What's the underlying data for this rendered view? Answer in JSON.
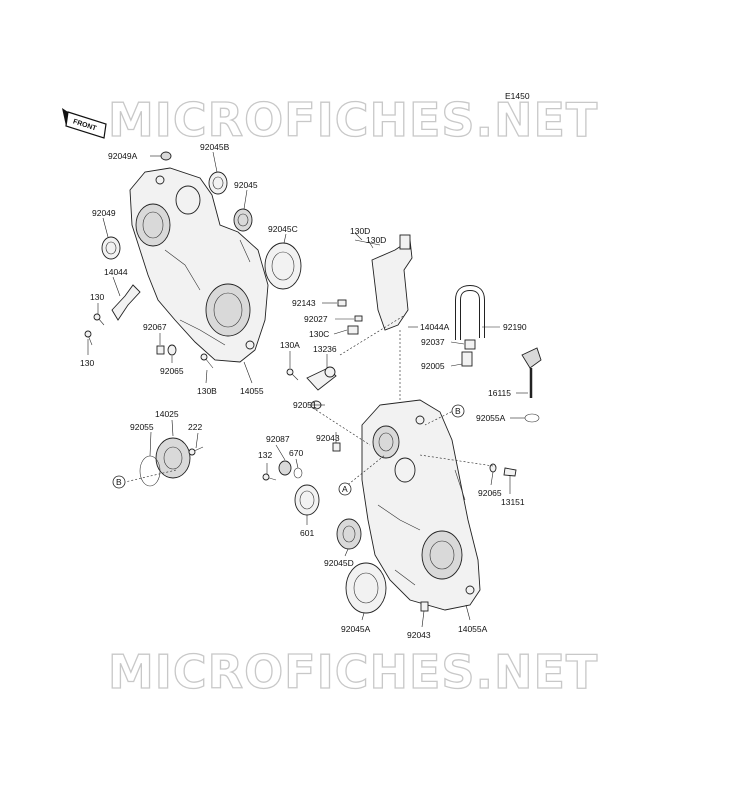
{
  "diagram": {
    "code": "E1450",
    "front_label": "FRONT",
    "watermark_top": "MICROFICHES.NET",
    "watermark_bottom": "MICROFICHES.NET",
    "callouts": [
      "A",
      "B"
    ],
    "part_labels": {
      "p92049A": "92049A",
      "p92045B": "92045B",
      "p92045": "92045",
      "p92049": "92049",
      "p92045C": "92045C",
      "p14044": "14044",
      "p130a": "130",
      "p130b": "130",
      "p92067": "92067",
      "p92065a": "92065",
      "p130B": "130B",
      "p14055": "14055",
      "p130D1": "130D",
      "p130D2": "130D",
      "p92143": "92143",
      "p92027": "92027",
      "p130C": "130C",
      "p14044A": "14044A",
      "p92190": "92190",
      "p92037": "92037",
      "p130A": "130A",
      "p13236": "13236",
      "p92005": "92005",
      "p16115": "16115",
      "p92051": "92051",
      "p92055A": "92055A",
      "p14025": "14025",
      "p92055": "92055",
      "p222": "222",
      "p92043a": "92043",
      "p92087": "92087",
      "p132": "132",
      "p670": "670",
      "p92065b": "92065",
      "p13151": "13151",
      "p601": "601",
      "p92045D": "92045D",
      "p92045A": "92045A",
      "p92043b": "92043",
      "p14055A": "14055A"
    }
  }
}
